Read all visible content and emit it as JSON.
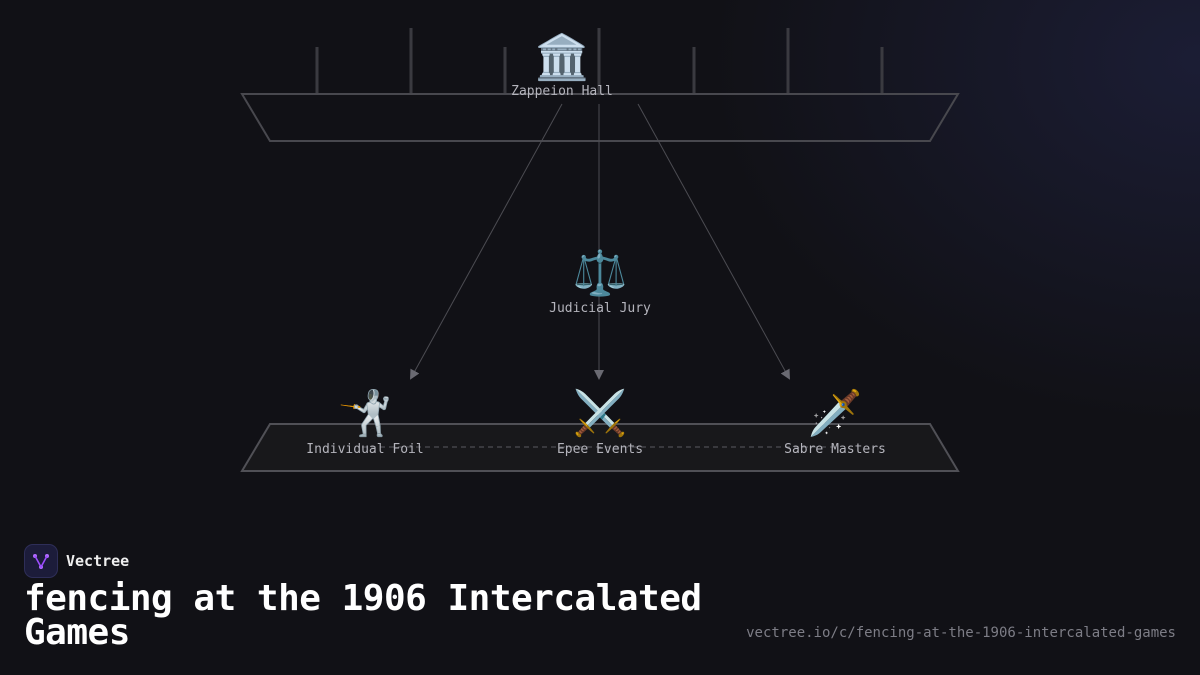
{
  "diagram": {
    "nodes": {
      "top": {
        "icon": "🏛️",
        "icon_name": "classical-building-icon",
        "label": "Zappeion Hall"
      },
      "middle": {
        "icon": "⚖️",
        "icon_name": "balance-scale-icon",
        "label": "Judicial Jury"
      },
      "bottom": [
        {
          "icon": "🤺",
          "icon_name": "fencer-icon",
          "label": "Individual Foil"
        },
        {
          "icon": "⚔️",
          "icon_name": "crossed-swords-icon",
          "label": "Epee Events"
        },
        {
          "icon": "🗡️",
          "icon_name": "dagger-icon",
          "label": "Sabre Masters"
        }
      ]
    }
  },
  "footer": {
    "brand": "Vectree",
    "title": "fencing at the 1906 Intercalated Games",
    "url": "vectree.io/c/fencing-at-the-1906-intercalated-games"
  },
  "colors": {
    "background": "#111116",
    "platform_stroke": "#4a4a50",
    "connector": "#55555c",
    "logo_accent": "#9b4dff"
  }
}
